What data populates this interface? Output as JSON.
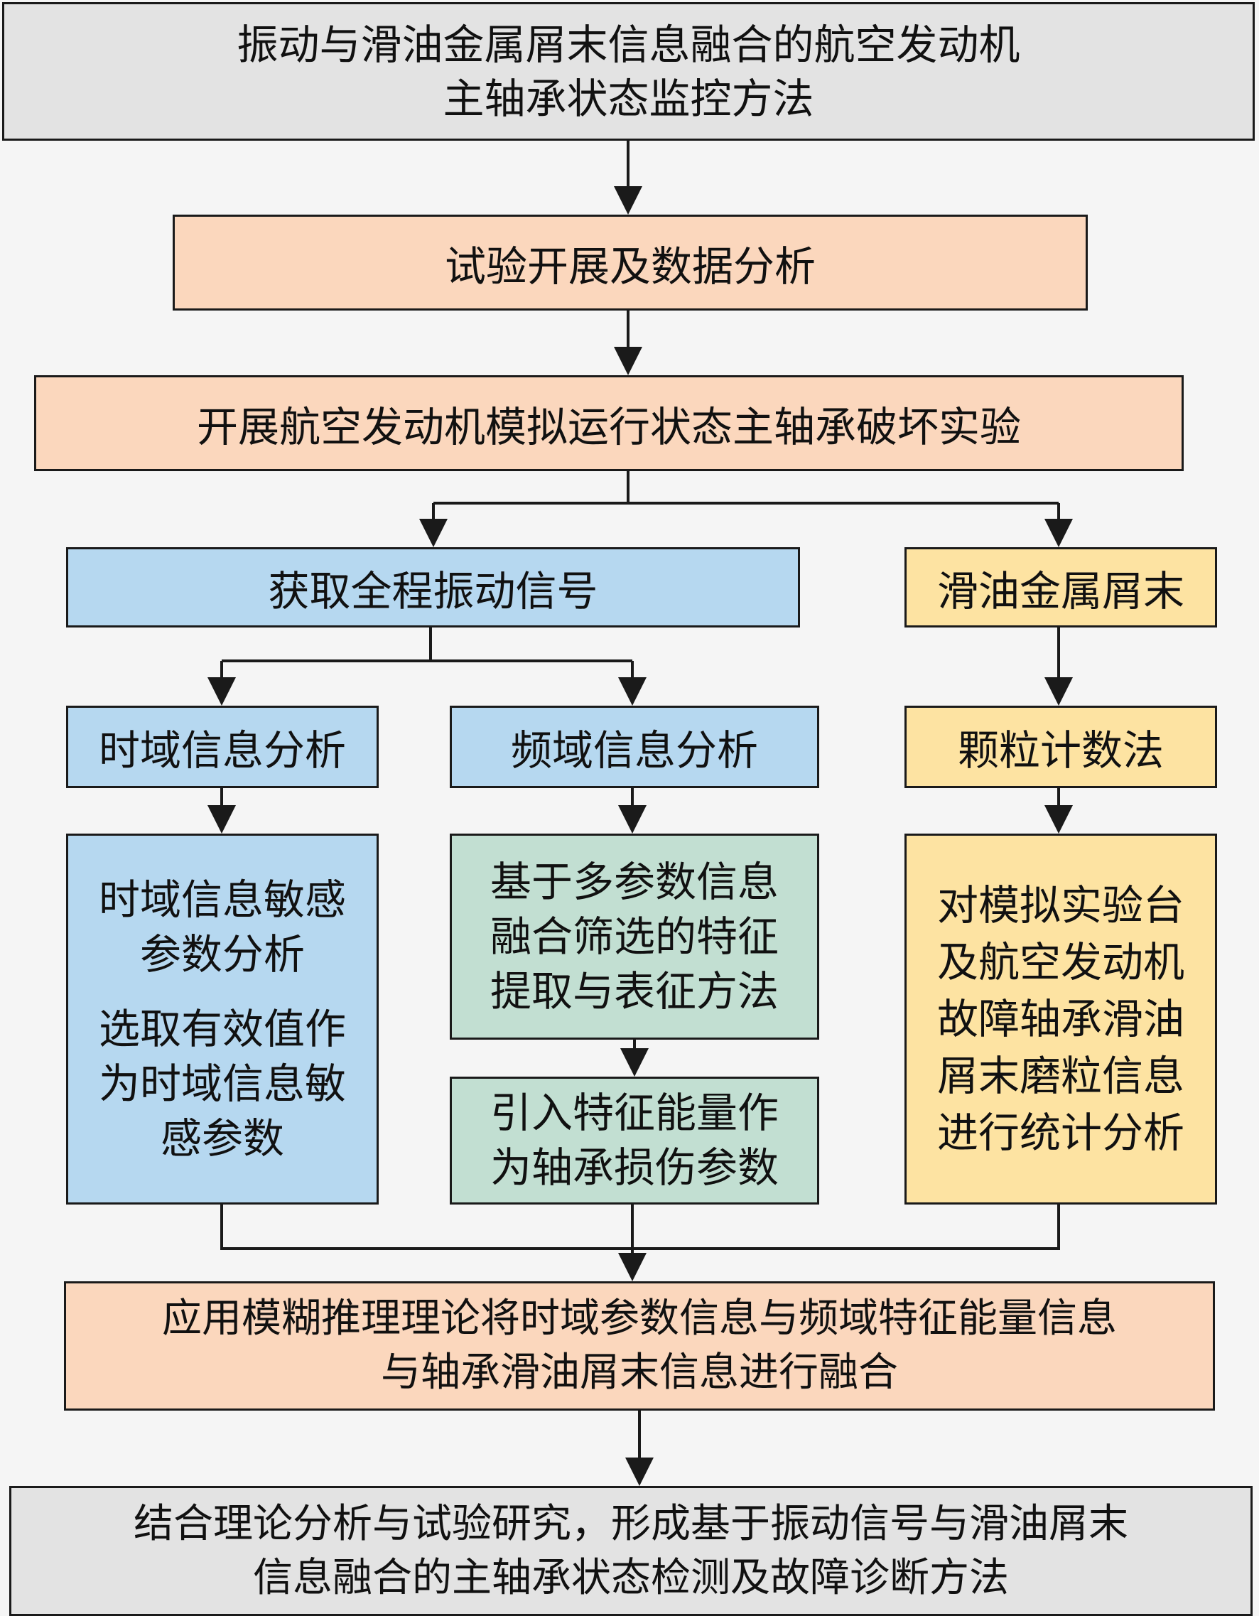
{
  "nodes": {
    "title": [
      "振动与滑油金属屑末信息融合的航空发动机",
      "主轴承状态监控方法"
    ],
    "experiment": "试验开展及数据分析",
    "test": "开展航空发动机模拟运行状态主轴承破坏实验",
    "vibration": "获取全程振动信号",
    "oil_debris": "滑油金属屑末",
    "time_domain": "时域信息分析",
    "freq_domain": "频域信息分析",
    "particle_count": "颗粒计数法",
    "time_sensitive": [
      "时域信息敏感",
      "参数分析",
      "选取有效值作",
      "为时域信息敏",
      "感参数"
    ],
    "feature_method": [
      "基于多参数信息",
      "融合筛选的特征",
      "提取与表征方法"
    ],
    "feature_energy": [
      "引入特征能量作",
      "为轴承损伤参数"
    ],
    "statistics": [
      "对模拟实验台",
      "及航空发动机",
      "故障轴承滑油",
      "屑末磨粒信息",
      "进行统计分析"
    ],
    "fuzzy_fusion": [
      "应用模糊推理理论将时域参数信息与频域特征能量信息",
      "与轴承滑油屑末信息进行融合"
    ],
    "conclusion": [
      "结合理论分析与试验研究，形成基于振动信号与滑油屑末",
      "信息融合的主轴承状态检测及故障诊断方法"
    ]
  },
  "colors": {
    "gray": "#e3e3e3",
    "peach": "#fbd7bd",
    "blue": "#b6d8f0",
    "green": "#c2dfd2",
    "yellow": "#fde3a2",
    "line": "#1a1a1a"
  }
}
